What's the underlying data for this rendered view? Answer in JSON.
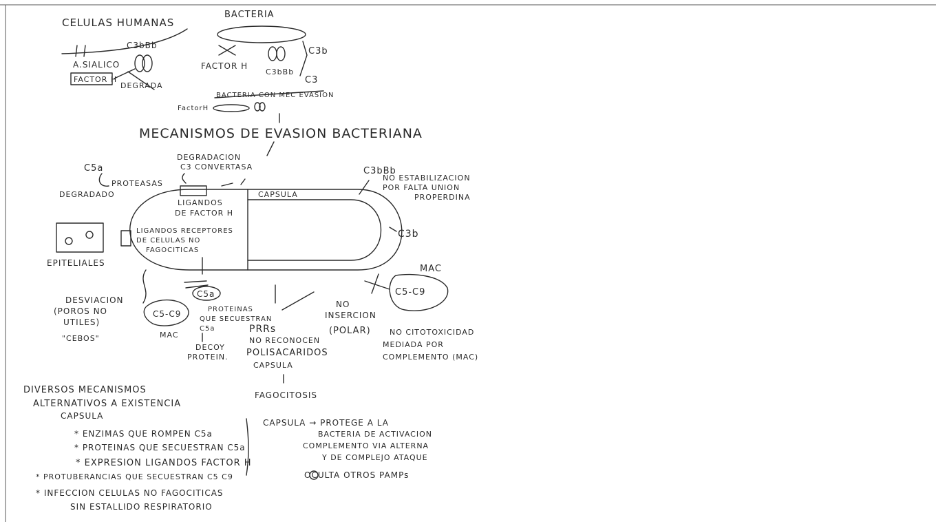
{
  "labels": {
    "celulas_humanas": "CELULAS HUMANAS",
    "bacteria": "BACTERIA",
    "c3bbb_left": "C3bBb",
    "a_sialico": "A.SIALICO",
    "factor_h_box": "FACTOR H",
    "degrada": "DEGRADA",
    "factor_h_mid": "FACTOR H",
    "c3bbb_mid": "C3bBb",
    "c3b_top": "C3b",
    "c3_top": "C3",
    "bacteria_con_mec": "BACTERIA CON MEC EVASION",
    "factor_h_small": "FactorH",
    "title": "MECANISMOS DE EVASION BACTERIANA",
    "degradacion": "DEGRADACION",
    "c3_convertasa": "C3 CONVERTASA",
    "c5a": "C5a",
    "proteasas": "PROTEASAS",
    "degradado": "DEGRADADO",
    "ligandos_line1": "LIGANDOS",
    "ligandos_line2": "DE FACTOR H",
    "capsula": "CAPSULA",
    "c3bbb_right": "C3bBb",
    "no_estab_line1": "NO ESTABILIZACION",
    "no_estab_line2": "POR FALTA UNION",
    "no_estab_line3": "PROPERDINA",
    "c3b_right": "C3b",
    "lig_recep_line1": "LIGANDOS RECEPTORES",
    "lig_recep_line2": "DE CELULAS NO",
    "lig_recep_line3": "FAGOCITICAS",
    "epiteliales": "EPITELIALES",
    "mac_right": "MAC",
    "c5c9_right": "C5-C9",
    "desviacion_line1": "DESVIACION",
    "desviacion_line2": "(POROS NO",
    "desviacion_line3": "UTILES)",
    "desviacion_line4": "\"CEBOS\"",
    "c5c9_left": "C5-C9",
    "mac_left": "MAC",
    "c5a_circle": "C5a",
    "proteinas_line1": "PROTEINAS",
    "proteinas_line2": "QUE SECUESTRAN",
    "proteinas_line3": "C5a",
    "decoy_line1": "DECOY",
    "decoy_line2": "PROTEIN.",
    "no_insercion_line1": "NO",
    "no_insercion_line2": "INSERCION",
    "no_insercion_line3": "(POLAR)",
    "prrs_line1": "PRRs",
    "prrs_line2": "NO RECONOCEN",
    "prrs_line3": "POLISACARIDOS",
    "prrs_line4": "CAPSULA",
    "no_cito_line1": "NO CITOTOXICIDAD",
    "no_cito_line2": "MEDIADA POR",
    "no_cito_line3": "COMPLEMENTO (MAC)",
    "fagocitosis": "FAGOCITOSIS",
    "diversos_line1": "DIVERSOS MECANISMOS",
    "diversos_line2": "ALTERNATIVOS A EXISTENCIA",
    "diversos_line3": "CAPSULA",
    "bullet1": "* ENZIMAS QUE ROMPEN C5a",
    "bullet2": "* PROTEINAS QUE SECUESTRAN C5a",
    "bullet3": "* EXPRESION LIGANDOS FACTOR H",
    "bullet4": "* PROTUBERANCIAS QUE SECUESTRAN C5 C9",
    "bullet5": "* INFECCION CELULAS NO FAGOCITICAS",
    "bullet5b": "SIN ESTALLIDO RESPIRATORIO",
    "capsula_protege_line1": "CAPSULA → PROTEGE A LA",
    "capsula_protege_line2": "BACTERIA DE ACTIVACION",
    "capsula_protege_line3": "COMPLEMENTO VIA ALTERNA",
    "capsula_protege_line4": "Y DE COMPLEJO ATAQUE",
    "capsula_protege_line5": "OCULTA OTROS PAMPs"
  },
  "colors": {
    "ink": "#2a2a2a",
    "paper": "#ffffff"
  }
}
